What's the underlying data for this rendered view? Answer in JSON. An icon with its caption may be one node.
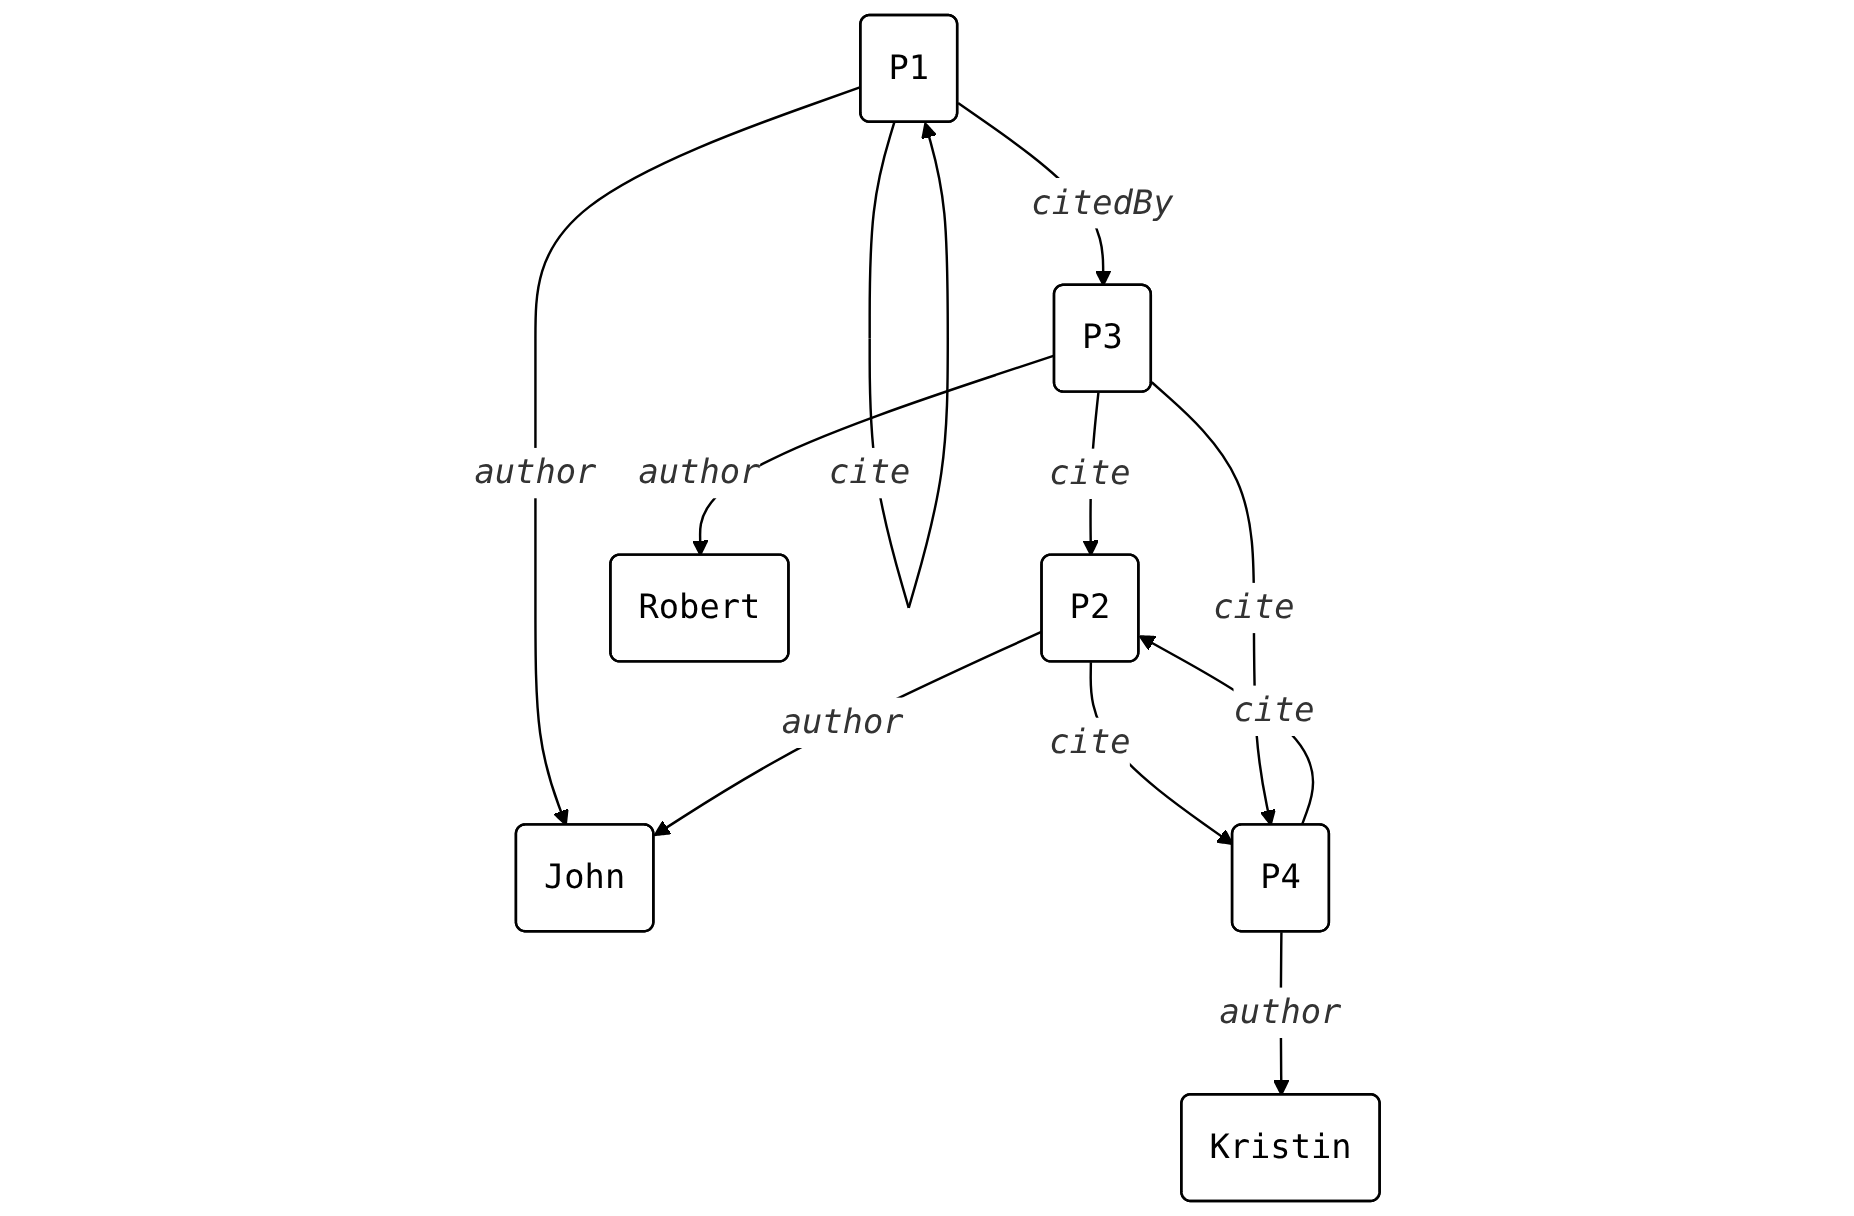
{
  "diagram": {
    "nodes": [
      {
        "text": [
          "P1"
        ]
      },
      {
        "text": [
          "John"
        ]
      },
      {
        "text": [
          "P2"
        ]
      },
      {
        "text": [
          "P3"
        ]
      },
      {
        "text": [
          "Robert"
        ]
      },
      {
        "text": [
          "P4"
        ]
      },
      {
        "text": [
          "Kristin"
        ]
      }
    ],
    "edges": [
      {
        "from": 0,
        "to": 0,
        "arrow": "to",
        "label": "cite"
      },
      {
        "from": 0,
        "to": 1,
        "arrow": "to",
        "label": "author"
      },
      {
        "from": 0,
        "to": 3,
        "arrow": "to",
        "label": "citedBy"
      },
      {
        "from": 2,
        "to": 1,
        "arrow": "to",
        "label": "author"
      },
      {
        "from": 3,
        "to": 2,
        "arrow": "to",
        "label": "cite"
      },
      {
        "from": 3,
        "to": 4,
        "arrow": "to",
        "label": "author"
      },
      {
        "from": 2,
        "to": 5,
        "arrow": "to",
        "label": "cite"
      },
      {
        "from": 5,
        "to": 2,
        "arrow": "to",
        "label": "cite"
      },
      {
        "from": 3,
        "to": 5,
        "arrow": "to",
        "label": "cite"
      },
      {
        "from": 5,
        "to": 6,
        "arrow": "to",
        "label": "author"
      }
    ]
  }
}
